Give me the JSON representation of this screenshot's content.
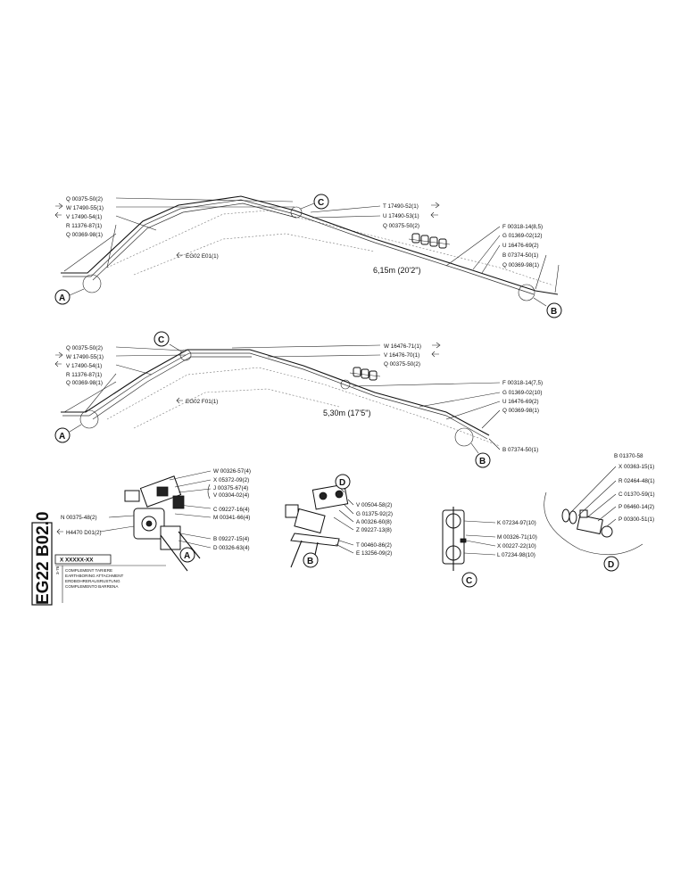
{
  "doc_number": "EG22 B02.0",
  "title_block": {
    "code": "X XXXXX-XX",
    "page_ref": "3-76",
    "lines": [
      "COMPLEMENT TARIERE",
      "EARTHBORING ATTACHMENT",
      "ERDBOHRERAUSRUSTUNG",
      "COMPLEMENTO BARRENA"
    ]
  },
  "callouts": {
    "a": "A",
    "b": "B",
    "c": "C",
    "d": "D"
  },
  "view1": {
    "labels_left": [
      "Q 00375-50(2)",
      "W 17490-55(1)",
      "V 17490-54(1)",
      "R 11376-87(1)",
      "Q 00369-98(1)"
    ],
    "labels_mid": [
      "T 17490-52(1)",
      "U 17490-53(1)",
      "Q 00375-50(2)"
    ],
    "labels_right": [
      "F 00318-14(8,5)",
      "G 01369-02(12)",
      "U 16476-69(2)",
      "B 07374-50(1)",
      "Q 00369-98(1)"
    ],
    "ref": "EG02 E01(1)",
    "length": "6,15m (20'2\")"
  },
  "view2": {
    "labels_left": [
      "Q 00375-50(2)",
      "W 17490-55(1)",
      "V 17490-54(1)",
      "R 11376-87(1)",
      "Q 00369-98(1)"
    ],
    "labels_mid": [
      "W 16476-71(1)",
      "V 16476-70(1)",
      "Q 00375-50(2)"
    ],
    "labels_right": [
      "F 00318-14(7,5)",
      "G 01369-02(10)",
      "U 16476-69(2)",
      "Q 00369-98(1)"
    ],
    "label_bottom": "B 07374-50(1)",
    "ref": "EG02 F01(1)",
    "length": "5,30m (17'5\")"
  },
  "detail_a": {
    "labels": [
      "W 00326-57(4)",
      "X 05372-09(2)",
      "J 00375-67(4)",
      "V 00304-02(4)",
      "C 09227-16(4)",
      "M 00341-66(4)",
      "B 09227-15(4)",
      "D 00326-63(4)"
    ],
    "left_labels": [
      "N 00375-48(2)",
      "H4470 D01(2)"
    ]
  },
  "detail_b": {
    "labels": [
      "V 00504-58(2)",
      "G 01375-92(2)",
      "A 00326-60(8)",
      "Z 09227-13(8)",
      "T 00460-86(2)",
      "E 13256-09(2)"
    ]
  },
  "detail_c": {
    "labels": [
      "K 07234-97(10)",
      "M 00326-71(10)",
      "X 00227-22(10)",
      "L 07234-98(10)"
    ]
  },
  "detail_d": {
    "header": "B 01370-58",
    "labels": [
      "X 00363-15(1)",
      "R 02464-48(1)",
      "C 01370-59(1)",
      "P 06460-14(2)",
      "P 00300-51(1)"
    ]
  }
}
